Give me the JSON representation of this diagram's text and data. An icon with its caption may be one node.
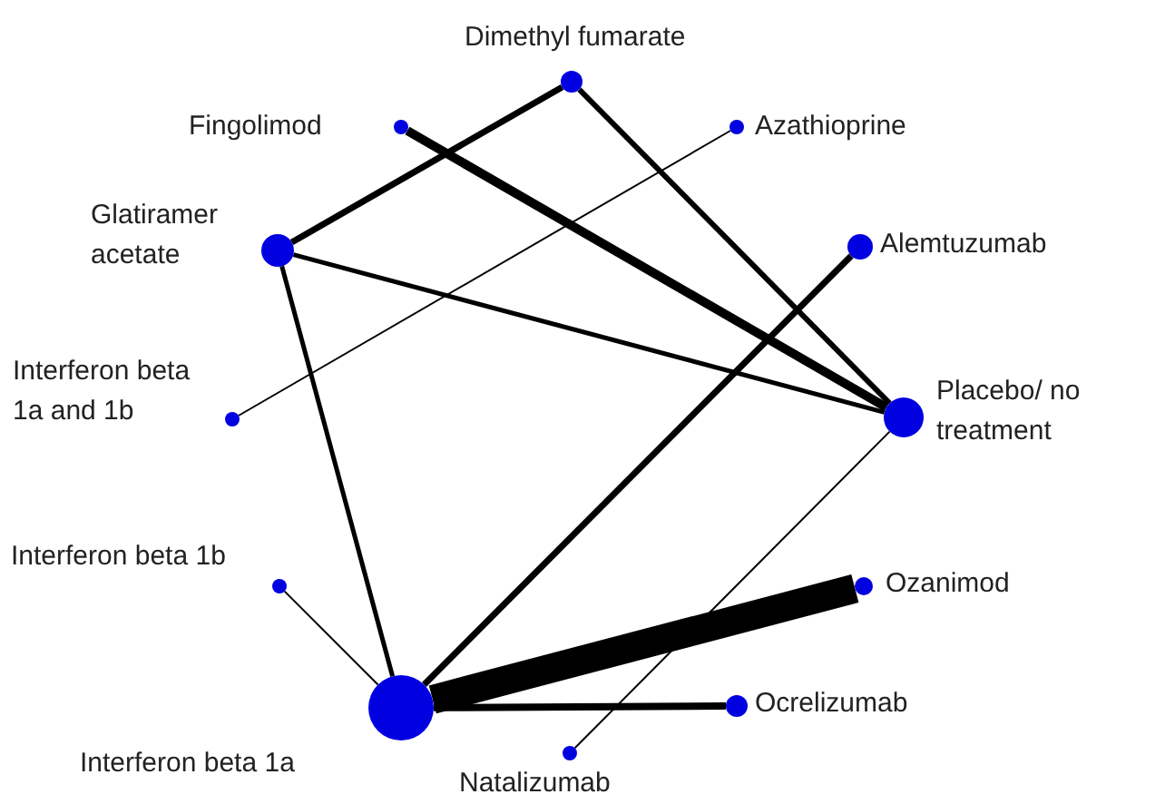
{
  "diagram": {
    "nodes": [
      {
        "text": [
          "Dimethyl fumarate"
        ]
      },
      {
        "text": [
          "Fingolimod"
        ]
      },
      {
        "text": [
          "Azathioprine"
        ]
      },
      {
        "text": [
          "Glatiramer acetate"
        ]
      },
      {
        "text": [
          "Alemtuzumab"
        ]
      },
      {
        "text": [
          "Interferon beta 1a and 1b"
        ]
      },
      {
        "text": [
          "Placebo/ no treatment"
        ]
      },
      {
        "text": [
          "Interferon beta 1b"
        ]
      },
      {
        "text": [
          "Ozanimod"
        ]
      },
      {
        "text": [
          "Interferon beta 1a"
        ]
      },
      {
        "text": [
          "Ocrelizumab"
        ]
      },
      {
        "text": [
          "Natalizumab"
        ]
      }
    ],
    "edges": [
      {
        "from": 0,
        "to": 3,
        "arrow": "none"
      },
      {
        "from": 0,
        "to": 6,
        "arrow": "none"
      },
      {
        "from": 1,
        "to": 6,
        "arrow": "none"
      },
      {
        "from": 2,
        "to": 5,
        "arrow": "none"
      },
      {
        "from": 3,
        "to": 6,
        "arrow": "none"
      },
      {
        "from": 3,
        "to": 9,
        "arrow": "none"
      },
      {
        "from": 4,
        "to": 9,
        "arrow": "none"
      },
      {
        "from": 7,
        "to": 9,
        "arrow": "none"
      },
      {
        "from": 8,
        "to": 9,
        "arrow": "none",
        "style": "thick"
      },
      {
        "from": 10,
        "to": 9,
        "arrow": "none"
      },
      {
        "from": 11,
        "to": 6,
        "arrow": "none"
      }
    ]
  }
}
